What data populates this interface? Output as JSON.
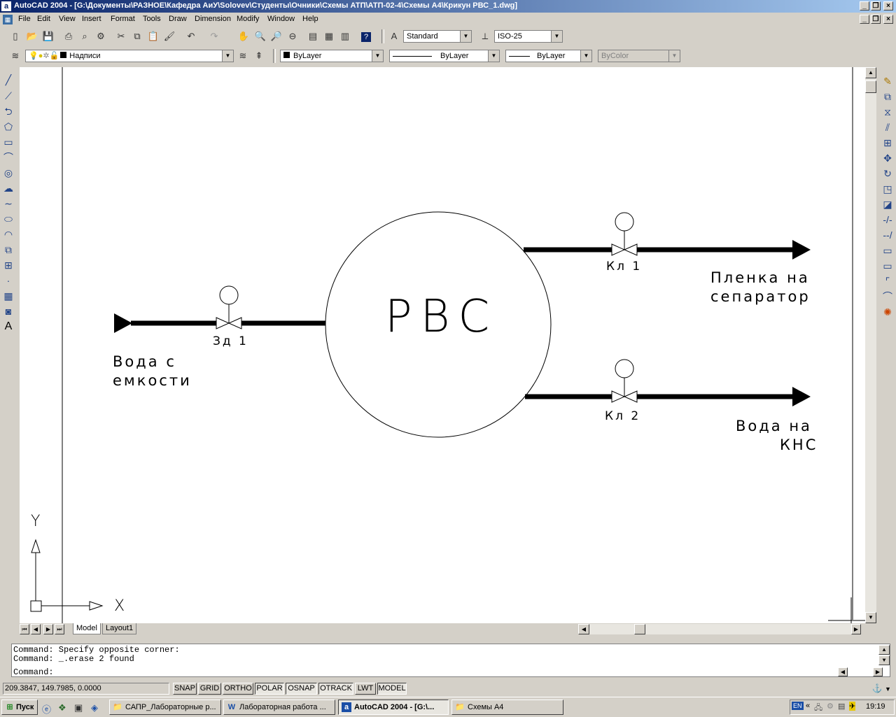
{
  "window": {
    "title": "AutoCAD 2004 - [G:\\Документы\\РАЗНОЕ\\Кафедра АиУ\\Solovev\\Студенты\\Очники\\Схемы АТП\\АТП-02-4\\Схемы А4\\Крикун РВС_1.dwg]",
    "app_icon": "autocad-icon"
  },
  "menu": [
    "File",
    "Edit",
    "View",
    "Insert",
    "Format",
    "Tools",
    "Draw",
    "Dimension",
    "Modify",
    "Window",
    "Help"
  ],
  "toolbar": {
    "text_style": "Standard",
    "dim_style": "ISO-25"
  },
  "properties": {
    "layer": "Надписи",
    "color": "ByLayer",
    "linetype": "ByLayer",
    "lineweight": "ByLayer",
    "plotstyle": "ByColor"
  },
  "drawing": {
    "tank_label": "РВС",
    "inlet_label_1": "Вода с",
    "inlet_label_2": "емкости",
    "valve_in_label": "Зд 1",
    "valve_top_label": "Кл 1",
    "valve_bottom_label": "Кл 2",
    "out_top_label_1": "Пленка на",
    "out_top_label_2": "сепаратор",
    "out_bottom_label_1": "Вода на",
    "out_bottom_label_2": "КНС",
    "ucs_x": "X",
    "ucs_y": "Y"
  },
  "tabs": [
    "Model",
    "Layout1"
  ],
  "command": {
    "line1": "Command: Specify opposite corner:",
    "line2": "Command: _.erase 2 found",
    "prompt": "Command:"
  },
  "status": {
    "coords": "209.3847, 149.7985, 0.0000",
    "buttons": [
      "SNAP",
      "GRID",
      "ORTHO",
      "POLAR",
      "OSNAP",
      "OTRACK",
      "LWT",
      "MODEL"
    ]
  },
  "taskbar": {
    "start": "Пуск",
    "items": [
      "САПР_Лабораторные р...",
      "Лабораторная работа ...",
      "AutoCAD 2004 - [G:\\...",
      "Схемы А4"
    ],
    "lang": "EN",
    "clock": "19:19"
  }
}
